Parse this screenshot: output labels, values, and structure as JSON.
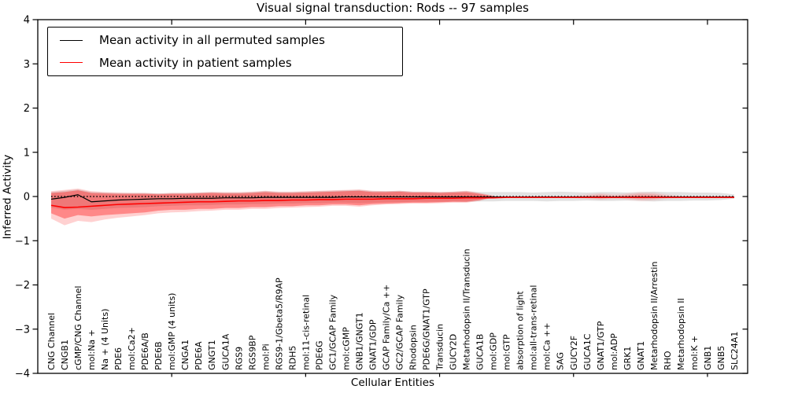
{
  "title": "Visual signal transduction: Rods -- 97 samples",
  "axes": {
    "xlabel": "Cellular Entities",
    "ylabel": "Inferred Activity",
    "y_ticks": [
      {
        "label": "4",
        "value": 4
      },
      {
        "label": "3",
        "value": 3
      },
      {
        "label": "2",
        "value": 2
      },
      {
        "label": "1",
        "value": 1
      },
      {
        "label": "0",
        "value": 0
      },
      {
        "label": "−1",
        "value": -1
      },
      {
        "label": "−2",
        "value": -2
      },
      {
        "label": "−3",
        "value": -3
      },
      {
        "label": "−4",
        "value": -4
      }
    ],
    "x_tick_values": [
      10,
      20,
      30,
      40,
      50
    ]
  },
  "legend": {
    "entries": [
      {
        "label": "Mean activity in all permuted samples",
        "color": "#000000"
      },
      {
        "label": "Mean activity in patient samples",
        "color": "#ff0000"
      }
    ]
  },
  "colors": {
    "permuted_line": "#000000",
    "patient_line": "#ff0000",
    "permuted_band": "#bfbfbf",
    "patient_band": "#ff0000",
    "axis": "#000000"
  },
  "chart_data": {
    "type": "line",
    "title": "Visual signal transduction: Rods -- 97 samples",
    "xlabel": "Cellular Entities",
    "ylabel": "Inferred Activity",
    "xlim": [
      0,
      53
    ],
    "ylim": [
      -4,
      4
    ],
    "grid": false,
    "legend_position": "upper left",
    "categories": [
      "CNG Channel",
      "CNGB1",
      "cGMP/CNG Channel",
      "mol:Na +",
      "Na + (4 Units)",
      "PDE6",
      "mol:Ca2+",
      "PDE6A/B",
      "PDE6B",
      "mol:GMP (4 units)",
      "CNGA1",
      "PDE6A",
      "GNGT1",
      "GUCA1A",
      "RGS9",
      "RGS9BP",
      "mol:Pi",
      "RGS9-1/Gbeta5/R9AP",
      "RDH5",
      "mol:11-cis-retinal",
      "PDE6G",
      "GC1/GCAP Family",
      "mol:cGMP",
      "GNB1/GNGT1",
      "GNAT1/GDP",
      "GCAP Family/Ca ++",
      "GC2/GCAP Family",
      "Rhodopsin",
      "PDE6G/GNAT1/GTP",
      "Transducin",
      "GUCY2D",
      "Metarhodopsin II/Transducin",
      "GUCA1B",
      "mol:GDP",
      "mol:GTP",
      "absorption of light",
      "mol:all-trans-retinal",
      "mol:Ca ++",
      "SAG",
      "GUCY2F",
      "GUCA1C",
      "GNAT1/GTP",
      "mol:ADP",
      "GRK1",
      "GNAT1",
      "Metarhodopsin II/Arrestin",
      "RHO",
      "Metarhodopsin II",
      "mol:K +",
      "GNB1",
      "GNB5",
      "SLC24A1"
    ],
    "series": [
      {
        "name": "Mean activity in all permuted samples",
        "color": "#000000",
        "width": 1.2,
        "values": [
          -0.06,
          -0.02,
          0.04,
          -0.12,
          -0.1,
          -0.08,
          -0.07,
          -0.06,
          -0.05,
          -0.05,
          -0.04,
          -0.04,
          -0.04,
          -0.03,
          -0.03,
          -0.03,
          -0.02,
          -0.02,
          -0.02,
          -0.02,
          -0.02,
          -0.02,
          -0.01,
          -0.01,
          -0.01,
          -0.01,
          -0.01,
          -0.01,
          -0.01,
          -0.01,
          -0.01,
          -0.01,
          -0.01,
          -0.01,
          -0.01,
          -0.01,
          -0.01,
          -0.01,
          -0.01,
          -0.01,
          -0.01,
          -0.01,
          -0.01,
          -0.01,
          -0.01,
          -0.01,
          -0.01,
          -0.01,
          -0.01,
          -0.01,
          -0.01,
          -0.01
        ]
      },
      {
        "name": "Mean activity in patient samples",
        "color": "#ff0000",
        "width": 1.6,
        "values": [
          -0.2,
          -0.25,
          -0.24,
          -0.22,
          -0.2,
          -0.18,
          -0.17,
          -0.16,
          -0.15,
          -0.14,
          -0.13,
          -0.12,
          -0.12,
          -0.11,
          -0.1,
          -0.1,
          -0.09,
          -0.09,
          -0.08,
          -0.08,
          -0.07,
          -0.07,
          -0.06,
          -0.06,
          -0.06,
          -0.05,
          -0.05,
          -0.05,
          -0.04,
          -0.04,
          -0.04,
          -0.03,
          -0.03,
          -0.03,
          -0.02,
          -0.02,
          -0.02,
          -0.02,
          -0.02,
          -0.02,
          -0.02,
          -0.02,
          -0.02,
          -0.02,
          -0.02,
          -0.02,
          -0.02,
          -0.02,
          -0.02,
          -0.02,
          -0.02,
          -0.02
        ]
      }
    ],
    "bands": [
      {
        "name": "permuted-sample-range",
        "color": "#bfbfbf",
        "opacity": 0.45,
        "blur": 0,
        "start_x": 1,
        "upper": [
          0.1,
          0.13,
          0.16,
          0.1,
          0.09,
          0.08,
          0.08,
          0.08,
          0.07,
          0.08,
          0.08,
          0.09,
          0.1,
          0.09,
          0.09,
          0.1,
          0.12,
          0.1,
          0.1,
          0.11,
          0.12,
          0.13,
          0.14,
          0.15,
          0.12,
          0.12,
          0.13,
          0.11,
          0.11,
          0.1,
          0.11,
          0.12,
          0.1,
          0.1,
          0.1,
          0.1,
          0.09,
          0.1,
          0.11,
          0.1,
          0.09,
          0.1,
          0.1,
          0.09,
          0.1,
          0.11,
          0.1,
          0.1,
          0.09,
          0.09,
          0.08,
          0.05
        ],
        "lower": [
          -0.25,
          -0.3,
          -0.28,
          -0.3,
          -0.28,
          -0.26,
          -0.25,
          -0.24,
          -0.22,
          -0.21,
          -0.2,
          -0.2,
          -0.19,
          -0.18,
          -0.18,
          -0.17,
          -0.17,
          -0.16,
          -0.16,
          -0.15,
          -0.15,
          -0.14,
          -0.14,
          -0.15,
          -0.14,
          -0.13,
          -0.13,
          -0.12,
          -0.12,
          -0.12,
          -0.11,
          -0.12,
          -0.11,
          -0.11,
          -0.1,
          -0.1,
          -0.1,
          -0.11,
          -0.1,
          -0.1,
          -0.09,
          -0.1,
          -0.1,
          -0.09,
          -0.1,
          -0.11,
          -0.1,
          -0.1,
          -0.09,
          -0.09,
          -0.08,
          -0.05
        ]
      },
      {
        "name": "patient-range-outer",
        "color": "#ff0000",
        "opacity": 0.18,
        "blur": 0,
        "start_x": 1,
        "upper": [
          0.12,
          0.15,
          0.18,
          0.12,
          0.1,
          0.09,
          0.08,
          0.08,
          0.07,
          0.08,
          0.08,
          0.09,
          0.1,
          0.1,
          0.1,
          0.11,
          0.13,
          0.11,
          0.11,
          0.12,
          0.13,
          0.14,
          0.15,
          0.16,
          0.13,
          0.12,
          0.13,
          0.11,
          0.11,
          0.1,
          0.11,
          0.13,
          0.08,
          0.02
        ],
        "lower": [
          -0.5,
          -0.65,
          -0.55,
          -0.58,
          -0.52,
          -0.48,
          -0.45,
          -0.42,
          -0.38,
          -0.36,
          -0.35,
          -0.33,
          -0.32,
          -0.3,
          -0.3,
          -0.28,
          -0.28,
          -0.26,
          -0.25,
          -0.24,
          -0.23,
          -0.21,
          -0.21,
          -0.23,
          -0.2,
          -0.18,
          -0.17,
          -0.16,
          -0.16,
          -0.15,
          -0.14,
          -0.14,
          -0.1,
          -0.02
        ]
      },
      {
        "name": "patient-range-inner",
        "color": "#ff0000",
        "opacity": 0.35,
        "blur": 0,
        "start_x": 1,
        "upper": [
          0.08,
          0.1,
          0.14,
          0.08,
          0.07,
          0.06,
          0.06,
          0.06,
          0.05,
          0.06,
          0.06,
          0.07,
          0.08,
          0.07,
          0.07,
          0.08,
          0.1,
          0.08,
          0.08,
          0.09,
          0.1,
          0.11,
          0.12,
          0.13,
          0.1,
          0.1,
          0.11,
          0.09,
          0.09,
          0.08,
          0.09,
          0.1,
          0.06,
          0.01
        ],
        "lower": [
          -0.38,
          -0.5,
          -0.42,
          -0.45,
          -0.42,
          -0.4,
          -0.38,
          -0.36,
          -0.32,
          -0.3,
          -0.3,
          -0.28,
          -0.28,
          -0.26,
          -0.26,
          -0.24,
          -0.24,
          -0.22,
          -0.22,
          -0.2,
          -0.2,
          -0.18,
          -0.18,
          -0.2,
          -0.17,
          -0.16,
          -0.15,
          -0.14,
          -0.14,
          -0.13,
          -0.12,
          -0.12,
          -0.08,
          -0.01
        ]
      },
      {
        "name": "patient-range-blob-1",
        "color": "#ff0000",
        "opacity": 0.3,
        "blur": 1.6,
        "start_x": 40,
        "upper": [
          0.0,
          0.02,
          0.05,
          0.02,
          0.0
        ],
        "lower": [
          0.0,
          -0.02,
          -0.05,
          -0.02,
          0.0
        ]
      },
      {
        "name": "patient-range-blob-2",
        "color": "#ff0000",
        "opacity": 0.3,
        "blur": 1.6,
        "start_x": 43,
        "upper": [
          0.0,
          0.04,
          0.07,
          0.06,
          0.02,
          0.0
        ],
        "lower": [
          0.0,
          -0.04,
          -0.07,
          -0.06,
          -0.02,
          0.0
        ]
      }
    ],
    "zero_line": {
      "y": 0,
      "style": "dotted",
      "color": "#000000"
    }
  }
}
